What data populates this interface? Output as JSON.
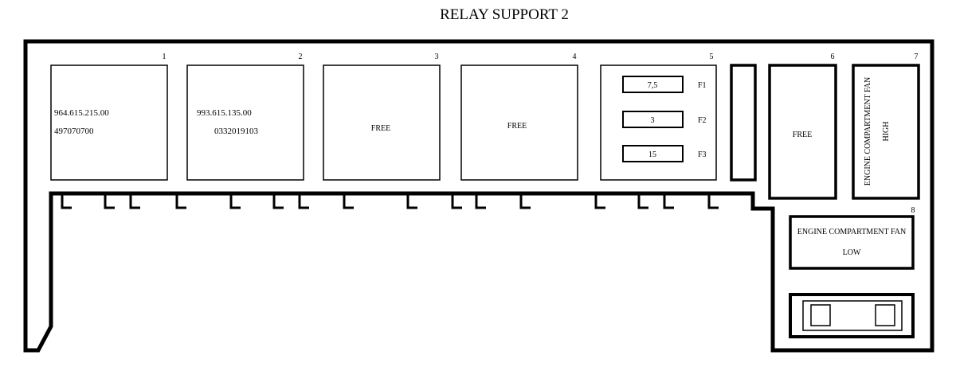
{
  "title": "RELAY SUPPORT 2",
  "colors": {
    "stroke": "#000000",
    "background": "#ffffff"
  },
  "relays": [
    {
      "number": "1",
      "lines": [
        "964.615.215.00",
        "497070700"
      ]
    },
    {
      "number": "2",
      "lines": [
        "993.615.135.00",
        "0332019103"
      ]
    },
    {
      "number": "3",
      "lines": [
        "FREE"
      ]
    },
    {
      "number": "4",
      "lines": [
        "FREE"
      ]
    }
  ],
  "fuse_block": {
    "number": "5",
    "fuses": [
      {
        "rating": "7,5",
        "label": "F1"
      },
      {
        "rating": "3",
        "label": "F2"
      },
      {
        "rating": "15",
        "label": "F3"
      }
    ]
  },
  "relay6": {
    "number": "6",
    "label": "FREE"
  },
  "relay7": {
    "number": "7",
    "line1": "ENGINE COMPARTMENT FAN",
    "line2": "HIGH"
  },
  "relay8": {
    "number": "8",
    "line1": "ENGINE COMPARTMENT FAN",
    "line2": "LOW"
  }
}
